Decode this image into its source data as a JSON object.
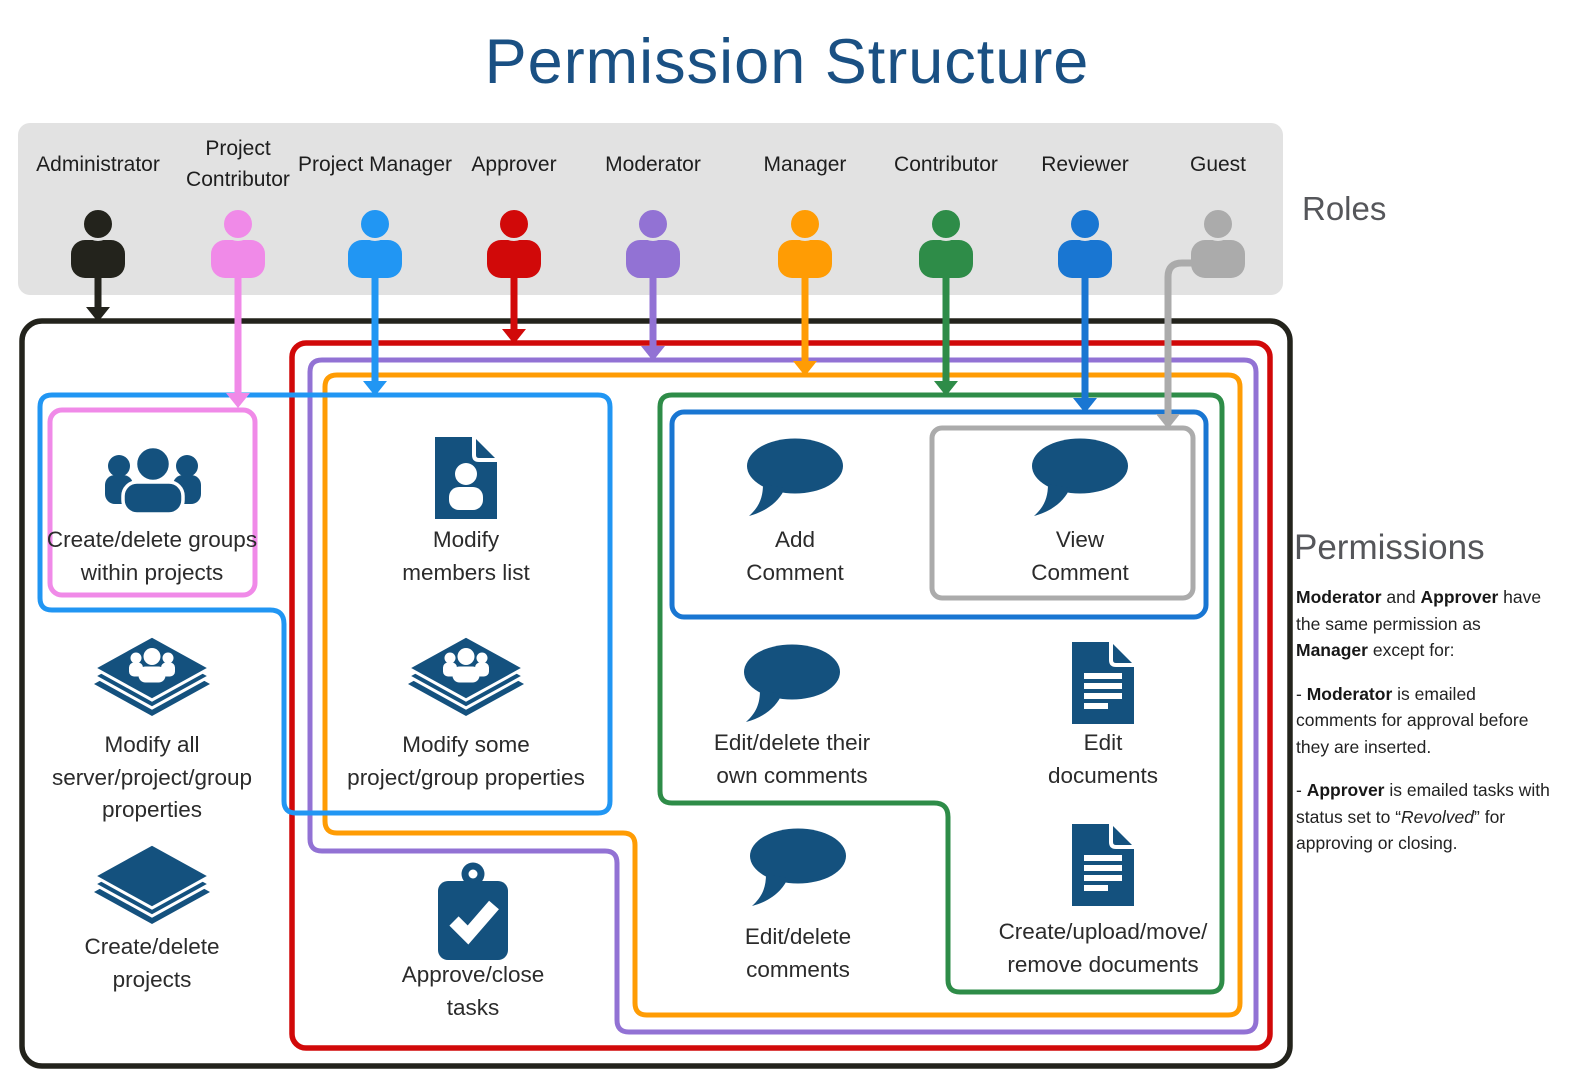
{
  "title": "Permission Structure",
  "captions": {
    "roles": "Roles",
    "permissions": "Permissions"
  },
  "theme": {
    "banner_gray": "#e2e2e2",
    "title_blue": "#1a5083",
    "icon_navy": "#14517e",
    "heading_gray": "#55565a"
  },
  "roles": [
    {
      "name": "Administrator",
      "color": "#23231c"
    },
    {
      "name": "Project Contributor",
      "color": "#f08ae8"
    },
    {
      "name": "Project Manager",
      "color": "#2196f3"
    },
    {
      "name": "Approver",
      "color": "#d10909"
    },
    {
      "name": "Moderator",
      "color": "#9272d4"
    },
    {
      "name": "Manager",
      "color": "#ff9c04"
    },
    {
      "name": "Contributor",
      "color": "#2e8c48"
    },
    {
      "name": "Reviewer",
      "color": "#1976d2"
    },
    {
      "name": "Guest",
      "color": "#ababab"
    }
  ],
  "permissions": [
    {
      "icon": "group-icon",
      "lines": [
        "Create/delete groups",
        "within projects"
      ]
    },
    {
      "icon": "document-person-icon",
      "lines": [
        "Modify",
        "members list"
      ]
    },
    {
      "icon": "layers-people-icon",
      "lines": [
        "Modify all",
        "server/project/group",
        "properties"
      ]
    },
    {
      "icon": "layers-people-icon",
      "lines": [
        "Modify some",
        "project/group properties"
      ]
    },
    {
      "icon": "layers-icon",
      "lines": [
        "Create/delete",
        "projects"
      ]
    },
    {
      "icon": "clipboard-check-icon",
      "lines": [
        "Approve/close",
        "tasks"
      ]
    },
    {
      "icon": "speech-bubble-icon",
      "lines": [
        "Add",
        "Comment"
      ]
    },
    {
      "icon": "speech-bubble-icon",
      "lines": [
        "View",
        "Comment"
      ]
    },
    {
      "icon": "speech-bubble-icon",
      "lines": [
        "Edit/delete their",
        "own comments"
      ]
    },
    {
      "icon": "document-lines-icon",
      "lines": [
        "Edit",
        "documents"
      ]
    },
    {
      "icon": "speech-bubble-icon",
      "lines": [
        "Edit/delete",
        "comments"
      ]
    },
    {
      "icon": "document-lines-icon",
      "lines": [
        "Create/upload/move/",
        "remove documents"
      ]
    }
  ],
  "sidebar": {
    "heading": "Permissions",
    "p1": {
      "s1": "Moderator",
      "s2": " and ",
      "s3": "Approver",
      "s4": " have",
      "s5": "the same permission as",
      "s6": "Manager",
      "s7": " except for:"
    },
    "p2": {
      "s1": "- ",
      "s2": "Moderator",
      "s3": " is emailed",
      "s4": "comments for approval before",
      "s5": "they are inserted."
    },
    "p3": {
      "s1": "- ",
      "s2": "Approver",
      "s3": " is emailed tasks with",
      "s4": "status set to “",
      "s5": "Revolved",
      "s6": "” for",
      "s7": "approving or closing."
    }
  }
}
